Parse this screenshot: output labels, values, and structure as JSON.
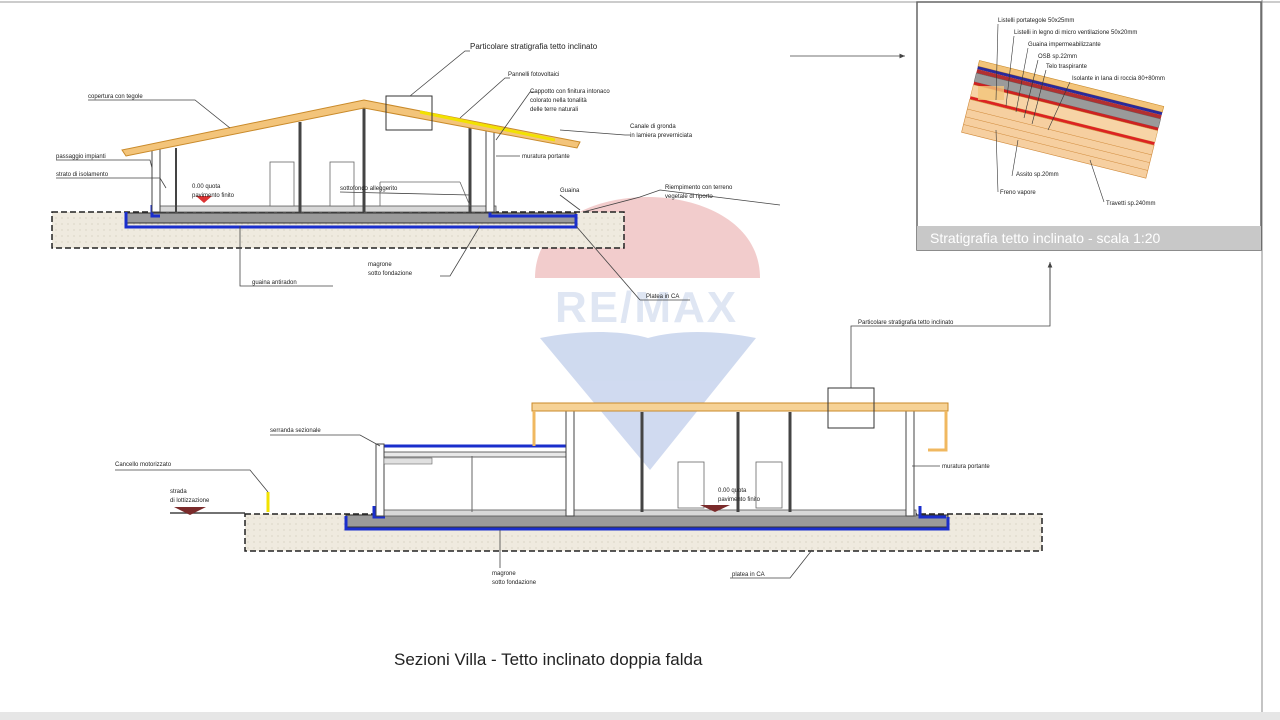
{
  "upper_section": {
    "labels": {
      "roof_detail_ref": "Particolare stratigrafia tetto inclinato",
      "pv_panels": "Pannelli fotovoltaici",
      "cladding_1": "Cappotto con finitura intonaco",
      "cladding_2": "colorato nella tonalità",
      "cladding_3": "delle terre naturali",
      "roof_tiles": "copertura con tegole",
      "gutter_1": "Canale di gronda",
      "gutter_2": "in lamiera preverniciata",
      "utility_passage": "passaggio impianti",
      "insulation": "strato di isolamento",
      "bearing_wall": "muratura portante",
      "level_1": "0.00 quota",
      "level_2": "pavimento finito",
      "screed": "sottofondo alleggerito",
      "sheath": "Guaina",
      "fill_1": "Riempimento con terreno",
      "fill_2": "vegetale di riporto",
      "radon_sheath": "guaina antiradon",
      "lean_concrete_1": "magrone",
      "lean_concrete_2": "sotto fondazione",
      "slab": "Platea in CA"
    }
  },
  "lower_section": {
    "labels": {
      "roof_detail_ref": "Particolare stratigrafia tetto inclinato",
      "sectional_door": "serranda sezionale",
      "gate": "Cancello motorizzato",
      "road_1": "strada",
      "road_2": "di lottizzazione",
      "level_1": "0.00 quota",
      "level_2": "pavimento finito",
      "bearing_wall": "muratura portante",
      "lean_concrete_1": "magrone",
      "lean_concrete_2": "sotto fondazione",
      "slab": "platea in CA"
    }
  },
  "inset": {
    "title": "Stratigrafia tetto inclinato - scala 1:20",
    "layers": [
      "Listelli portategole 50x25mm",
      "Listelli in legno di micro ventilazione 50x20mm",
      "Guaina impermeabilizzante",
      "OSB sp.22mm",
      "Telo traspirante",
      "Isolante in lana di roccia 80+80mm",
      "Assito sp.20mm",
      "Freno vapore",
      "Travetti sp.240mm"
    ]
  },
  "watermark": "RE/MAX",
  "caption": "Sezioni Villa - Tetto inclinato doppia falda",
  "colors": {
    "roof": "#f0b860",
    "sheath": "#1a2ecc",
    "ground": "#efeadf",
    "inset_title_bg": "#c8c8c8"
  }
}
